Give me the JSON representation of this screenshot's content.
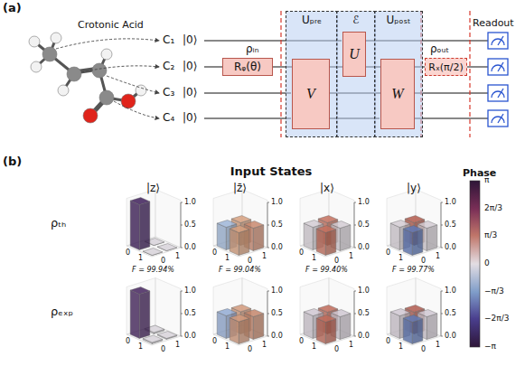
{
  "diagram": {
    "nodes": [
      {
        "text": [
          "Rᵩ(θ)"
        ]
      },
      {
        "text": [
          "Uₚᵣₑ"
        ]
      },
      {
        "text": [
          "V"
        ],
        "in": 1
      },
      {
        "text": [
          "ℰ"
        ]
      },
      {
        "text": [
          "U"
        ],
        "in": 3
      },
      {
        "text": [
          "Uₚₒₛₜ"
        ]
      },
      {
        "text": [
          "W"
        ],
        "in": 5
      },
      {
        "text": [
          "Rₓ(π/2)"
        ]
      }
    ],
    "edges": [
      {
        "from": 0,
        "to": 2,
        "arrow": "none"
      },
      {
        "from": 2,
        "to": 4,
        "arrow": "none"
      },
      {
        "from": 4,
        "to": 6,
        "arrow": "none"
      },
      {
        "from": 6,
        "to": 7,
        "arrow": "none"
      },
      {
        "from": 2,
        "to": 6,
        "arrow": "none"
      }
    ],
    "labels": [
      "(a)",
      "Crotonic Acid",
      "C₁",
      "C₂",
      "C₃",
      "C₄",
      "|0⟩",
      "|0⟩",
      "|0⟩",
      "|0⟩",
      "ρᵢₙ",
      "ρₒᵤₜ",
      "Readout",
      "(b)",
      "Input States",
      "|z⟩",
      "|z̄⟩",
      "|x⟩",
      "|y⟩",
      "ρₜₕ",
      "ρₑₓₚ",
      "1.0",
      "0.5",
      "0.0",
      "0",
      "1",
      "0",
      "1",
      "1.0",
      "0.5",
      "0.0",
      "0",
      "1",
      "0",
      "1",
      "1.0",
      "0.5",
      "0.0",
      "0",
      "1",
      "0",
      "1",
      "1.0",
      "0.5",
      "0.0",
      "0",
      "1",
      "0",
      "1",
      "1.0",
      "0.5",
      "0.0",
      "0",
      "1",
      "0",
      "1",
      "1.0",
      "0.5",
      "0.0",
      "0",
      "1",
      "0",
      "1",
      "1.0",
      "0.5",
      "0.0",
      "0",
      "1",
      "0",
      "1",
      "1.0",
      "0.5",
      "0.0",
      "0",
      "1",
      "0",
      "1",
      "F = 99.94%",
      "F = 99.04%",
      "F = 99.40%",
      "F = 99.77%",
      "Phase",
      "π",
      "2π/3",
      "π/3",
      "0",
      "−π/3",
      "−2π/3",
      "−π"
    ]
  }
}
